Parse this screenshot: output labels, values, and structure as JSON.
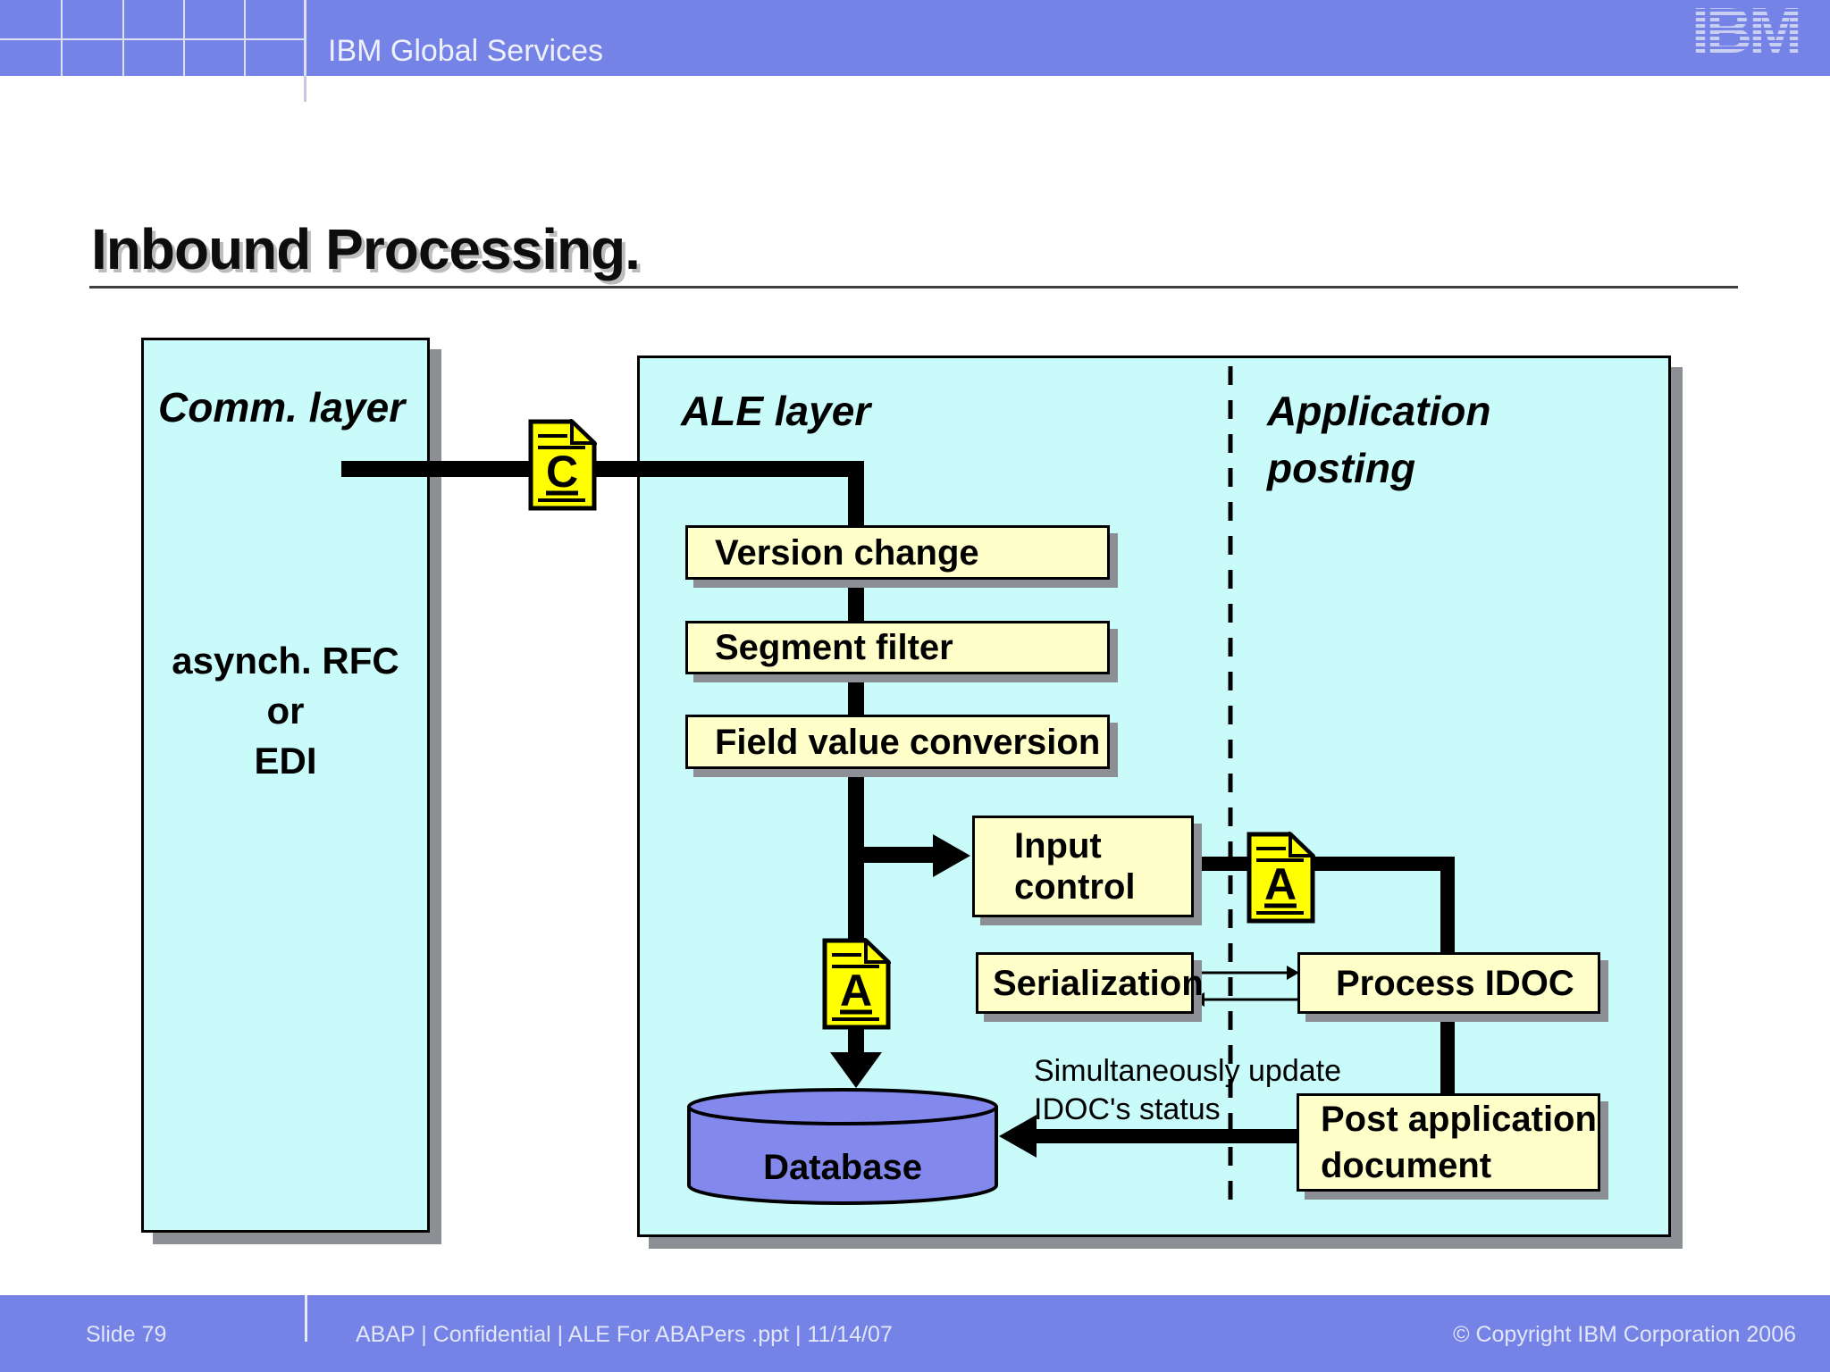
{
  "colors": {
    "accent_periwinkle": "#7583e6",
    "layer_cyan": "#c8fbf9",
    "process_yellow": "#ffffc9",
    "icon_yellow": "#ffff00",
    "database_blue": "#8388ec",
    "shadow_gray": "#8c9094"
  },
  "header": {
    "brand": "IBM Global Services",
    "logo_text": "IBM"
  },
  "title": {
    "text": "Inbound Processing."
  },
  "diagram": {
    "comm_layer": {
      "title": "Comm. layer",
      "line1": "asynch. RFC",
      "line2": "or",
      "line3": "EDI"
    },
    "ale_layer": {
      "title": "ALE layer"
    },
    "app_posting": {
      "line1": "Application",
      "line2": "posting"
    },
    "icons": {
      "c_doc": "C",
      "a_doc_left": "A",
      "a_doc_right": "A"
    },
    "boxes": {
      "version_change": "Version change",
      "segment_filter": "Segment filter",
      "field_value_conversion": "Field value conversion",
      "input_control_line1": "Input",
      "input_control_line2": "control",
      "serialization": "Serialization",
      "process_idoc": "Process IDOC",
      "post_app_line1": "Post application",
      "post_app_line2": "document"
    },
    "database": {
      "label": "Database"
    },
    "note": {
      "line1": "Simultaneously update",
      "line2": "IDOC's status"
    }
  },
  "footer": {
    "slide": "Slide 79",
    "center": "ABAP  | Confidential  |   ALE For ABAPers .ppt  |  11/14/07",
    "copyright": "© Copyright IBM Corporation 2006"
  }
}
